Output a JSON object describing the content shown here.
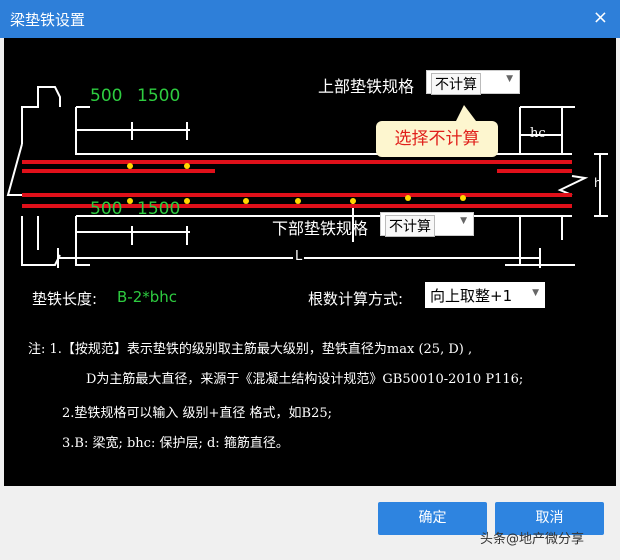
{
  "window": {
    "title": "梁垫铁设置",
    "close_label": "×"
  },
  "diagram": {
    "dim_top": [
      "500",
      "1500"
    ],
    "dim_bottom": [
      "500",
      "1500"
    ],
    "hc_label": "hc",
    "h_label": "h",
    "L_label": "L",
    "upper_label": "上部垫铁规格",
    "upper_value": "不计算",
    "lower_label": "下部垫铁规格",
    "lower_value": "不计算",
    "tooltip": "选择不计算"
  },
  "length": {
    "label": "垫铁长度:",
    "value": "B-2*bhc"
  },
  "count": {
    "label": "根数计算方式:",
    "value": "向上取整+1"
  },
  "notes": [
    "注: 1.【按规范】表示垫铁的级别取主筋最大级别，垫铁直径为max (25, D) ,",
    "D为主筋最大直径，来源于《混凝土结构设计规范》GB50010-2010 P116;",
    "2.垫铁规格可以输入 级别+直径 格式，如B25;",
    "3.B: 梁宽; bhc: 保护层; d: 箍筋直径。"
  ],
  "buttons": {
    "ok": "确定",
    "cancel": "取消"
  },
  "watermark": "头条@地产微分享",
  "colors": {
    "title_bar": "#2e7fd9",
    "rebar": "#e0101a",
    "dim_text": "#2ecc40",
    "button": "#2e84e0"
  }
}
